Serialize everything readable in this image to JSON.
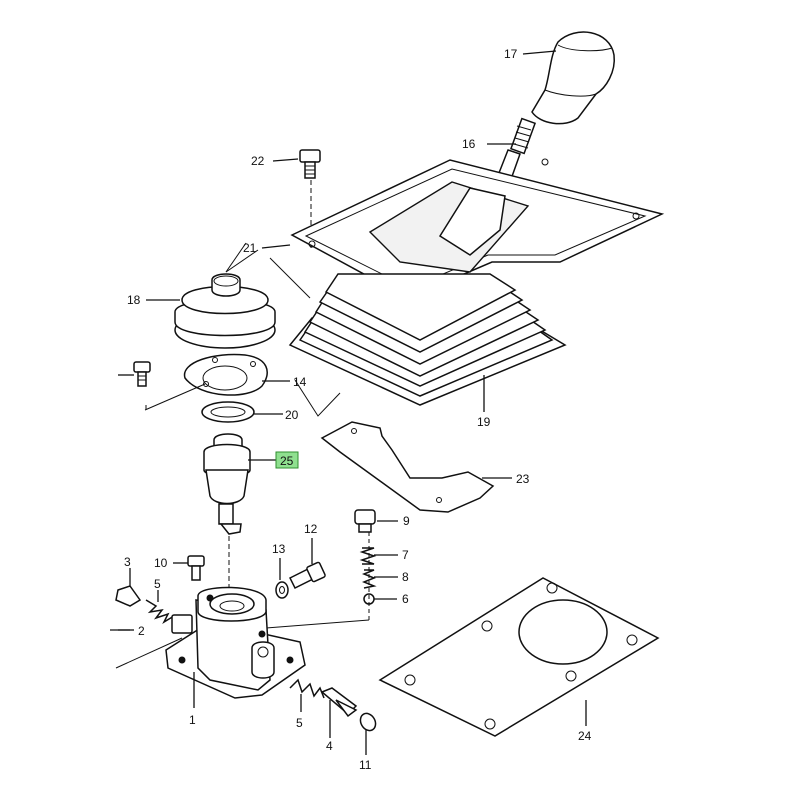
{
  "callouts": [
    {
      "id": "c17",
      "label": "17"
    },
    {
      "id": "c16",
      "label": "16"
    },
    {
      "id": "c22",
      "label": "22"
    },
    {
      "id": "c21",
      "label": "21"
    },
    {
      "id": "c18",
      "label": "18"
    },
    {
      "id": "c14",
      "label": "14"
    },
    {
      "id": "c20",
      "label": "20"
    },
    {
      "id": "c19",
      "label": "19"
    },
    {
      "id": "c25",
      "label": "25",
      "highlighted": true
    },
    {
      "id": "c23",
      "label": "23"
    },
    {
      "id": "c9",
      "label": "9"
    },
    {
      "id": "c12",
      "label": "12"
    },
    {
      "id": "c13",
      "label": "13"
    },
    {
      "id": "c7",
      "label": "7"
    },
    {
      "id": "c8",
      "label": "8"
    },
    {
      "id": "c6",
      "label": "6"
    },
    {
      "id": "c3",
      "label": "3"
    },
    {
      "id": "c10",
      "label": "10"
    },
    {
      "id": "c5a",
      "label": "5"
    },
    {
      "id": "c2",
      "label": "2"
    },
    {
      "id": "c1",
      "label": "1"
    },
    {
      "id": "c5b",
      "label": "5"
    },
    {
      "id": "c4",
      "label": "4"
    },
    {
      "id": "c11",
      "label": "11"
    },
    {
      "id": "c24",
      "label": "24"
    }
  ],
  "highlight_color": "#8fe08f"
}
